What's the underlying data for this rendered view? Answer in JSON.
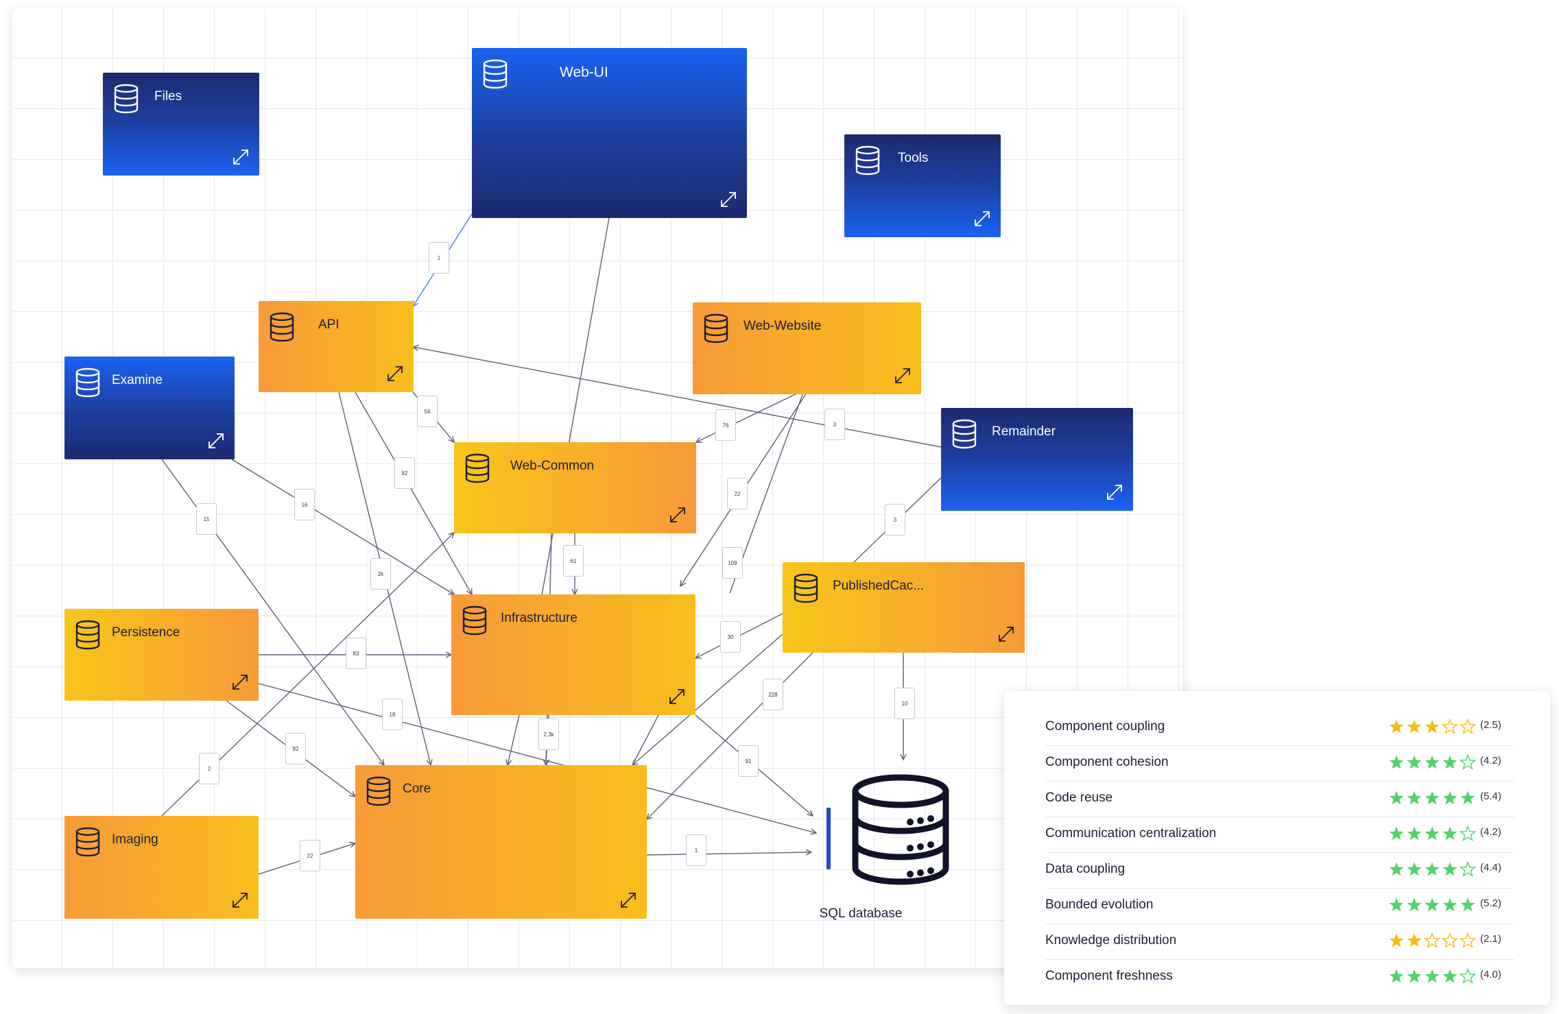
{
  "colors": {
    "blue_node": "#1a62f0",
    "orange_node": "#f79a38",
    "yellow_node": "#f8be1c",
    "edge": "#5b5f7a",
    "highlight_edge": "#3d7bf5",
    "star_gold": "#f7bc14",
    "star_green": "#4fd36a"
  },
  "nodes": {
    "files": "Files",
    "web_ui": "Web-UI",
    "tools": "Tools",
    "api": "API",
    "web_website": "Web-Website",
    "examine": "Examine",
    "remainder": "Remainder",
    "web_common": "Web-Common",
    "published_cache": "PublishedCac...",
    "persistence": "Persistence",
    "infrastructure": "Infrastructure",
    "imaging": "Imaging",
    "core": "Core"
  },
  "edge_labels": [
    "1",
    "56",
    "82",
    "16",
    "15",
    "2k",
    "76",
    "3",
    "22",
    "61",
    "109",
    "3",
    "30",
    "83",
    "18",
    "92",
    "2",
    "2.3k",
    "228",
    "91",
    "22",
    "1",
    "10"
  ],
  "database": {
    "label": "SQL database"
  },
  "metrics": [
    {
      "name": "Component coupling",
      "stars": 3,
      "color": "gold",
      "score": "(2.5)"
    },
    {
      "name": "Component cohesion",
      "stars": 4,
      "color": "green",
      "score": "(4.2)"
    },
    {
      "name": "Code reuse",
      "stars": 5,
      "color": "green",
      "score": "(5.4)"
    },
    {
      "name": "Communication centralization",
      "stars": 4,
      "color": "green",
      "score": "(4.2)"
    },
    {
      "name": "Data coupling",
      "stars": 4,
      "color": "green",
      "score": "(4.4)"
    },
    {
      "name": "Bounded evolution",
      "stars": 5,
      "color": "green",
      "score": "(5.2)"
    },
    {
      "name": "Knowledge distribution",
      "stars": 2,
      "color": "gold",
      "score": "(2.1)"
    },
    {
      "name": "Component freshness",
      "stars": 4,
      "color": "green",
      "score": "(4.0)"
    }
  ]
}
